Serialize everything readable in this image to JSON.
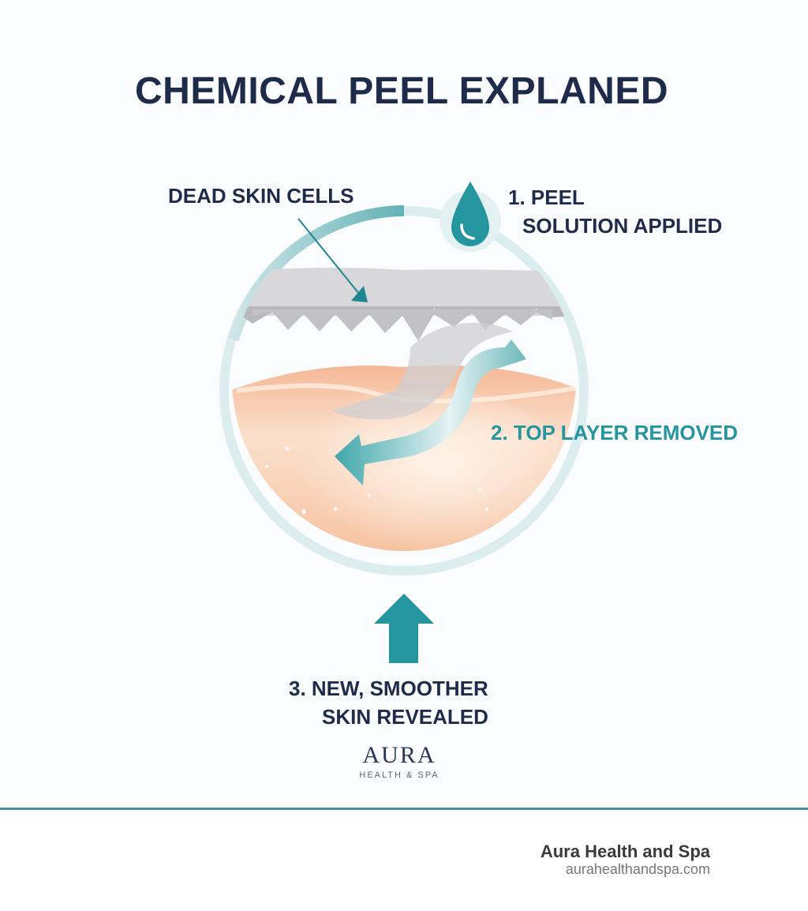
{
  "title": "CHEMICAL PEEL EXPLANED",
  "labels": {
    "dead_skin": "DEAD SKIN CELLS",
    "step1_line1": "1. PEEL",
    "step1_line2": "SOLUTION APPLIED",
    "step2": "2. TOP LAYER REMOVED",
    "step3_line1": "3. NEW, SMOOTHER",
    "step3_line2": "SKIN REVEALED"
  },
  "icons": {
    "drop": "water-drop-icon",
    "curved_arrow": "curved-arrow-icon",
    "up_arrow": "up-arrow-icon",
    "pointer_arrow": "pointer-arrow-icon"
  },
  "brand": {
    "logo_word": "AURA",
    "logo_sub": "HEALTH & SPA"
  },
  "footer": {
    "name": "Aura Health and Spa",
    "url": "aurahealthandspa.com"
  },
  "colors": {
    "navy": "#1f2b4a",
    "teal": "#2596a0",
    "light_teal": "#d8ecee",
    "skin": "#f5b896",
    "gray_layer": "#d4d4d6",
    "divider": "#4b8fa8"
  }
}
